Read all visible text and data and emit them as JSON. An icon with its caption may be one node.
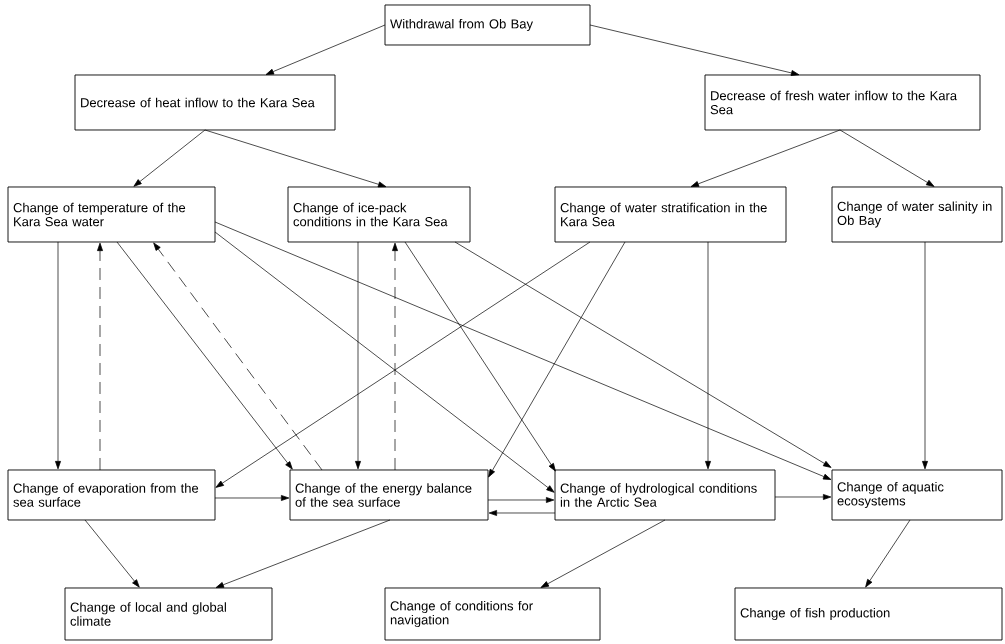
{
  "diagram": {
    "nodes": [
      {
        "text": [
          "Withdrawal from Ob Bay"
        ]
      },
      {
        "text": [
          "Decrease of heat inflow to the Kara Sea"
        ]
      },
      {
        "text": [
          "Decrease of fresh water inflow to the Kara Sea"
        ]
      },
      {
        "text": [
          "Change of temperature of the Kara Sea water"
        ]
      },
      {
        "text": [
          "Change of ice-pack conditions in the Kara Sea"
        ]
      },
      {
        "text": [
          "Change of water stratification in the Kara Sea"
        ]
      },
      {
        "text": [
          "Change of water salinity in Ob Bay"
        ]
      },
      {
        "text": [
          "Change of evaporation from the sea surface"
        ]
      },
      {
        "text": [
          "Change of the energy balance of the sea surface"
        ]
      },
      {
        "text": [
          "Change of hydrological conditions in the Arctic Sea"
        ]
      },
      {
        "text": [
          "Change of aquatic ecosystems"
        ]
      },
      {
        "text": [
          "Change of local and global climate"
        ]
      },
      {
        "text": [
          "Change of conditions for navigation"
        ]
      },
      {
        "text": [
          "Change of fish production"
        ]
      }
    ],
    "edges": [
      {
        "from": 0,
        "to": 1,
        "arrow": "to"
      },
      {
        "from": 0,
        "to": 2,
        "arrow": "to"
      },
      {
        "from": 1,
        "to": 3,
        "arrow": "to"
      },
      {
        "from": 1,
        "to": 4,
        "arrow": "to"
      },
      {
        "from": 2,
        "to": 5,
        "arrow": "to"
      },
      {
        "from": 2,
        "to": 6,
        "arrow": "to"
      },
      {
        "from": 3,
        "to": 7,
        "arrow": "to"
      },
      {
        "from": 7,
        "to": 3,
        "arrow": "to",
        "style": "dashed"
      },
      {
        "from": 3,
        "to": 8,
        "arrow": "to"
      },
      {
        "from": 8,
        "to": 3,
        "arrow": "to",
        "style": "dashed"
      },
      {
        "from": 3,
        "to": 10,
        "arrow": "to"
      },
      {
        "from": 3,
        "to": 9,
        "arrow": "to"
      },
      {
        "from": 4,
        "to": 8,
        "arrow": "to"
      },
      {
        "from": 8,
        "to": 4,
        "arrow": "to",
        "style": "dashed"
      },
      {
        "from": 4,
        "to": 9,
        "arrow": "to"
      },
      {
        "from": 4,
        "to": 10,
        "arrow": "to"
      },
      {
        "from": 5,
        "to": 7,
        "arrow": "to"
      },
      {
        "from": 5,
        "to": 8,
        "arrow": "to"
      },
      {
        "from": 5,
        "to": 9,
        "arrow": "to"
      },
      {
        "from": 6,
        "to": 10,
        "arrow": "to"
      },
      {
        "from": 7,
        "to": 8,
        "arrow": "to"
      },
      {
        "from": 8,
        "to": 9,
        "arrow": "to"
      },
      {
        "from": 9,
        "to": 8,
        "arrow": "to"
      },
      {
        "from": 9,
        "to": 10,
        "arrow": "to"
      },
      {
        "from": 7,
        "to": 11,
        "arrow": "to"
      },
      {
        "from": 8,
        "to": 11,
        "arrow": "to"
      },
      {
        "from": 9,
        "to": 12,
        "arrow": "to"
      },
      {
        "from": 10,
        "to": 13,
        "arrow": "to"
      }
    ]
  }
}
